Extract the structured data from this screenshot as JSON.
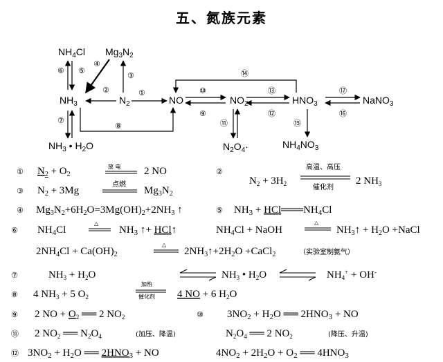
{
  "title": "五、氮族元素",
  "diagram": {
    "nodes": {
      "nh4cl": "NH4Cl",
      "mg3n2": "Mg3N2",
      "nh3": "NH3",
      "n2": "N2",
      "no": "NO",
      "no2": "NO2",
      "hno3": "HNO3",
      "nano3": "NaNO3",
      "n2o4": "N2O4",
      "nh4no3": "NH4NO3",
      "nh3h2o": "NH3 · H2O"
    },
    "arrow_numbers": [
      "①",
      "②",
      "③",
      "④",
      "⑤",
      "⑥",
      "⑦",
      "⑧",
      "⑨",
      "⑩",
      "⑪",
      "⑫",
      "⑬",
      "⑭",
      "⑮",
      "⑯",
      "⑰"
    ]
  },
  "reactions": {
    "r1": {
      "num": "①",
      "lhs": "N2 + O2",
      "cond": "放电",
      "rhs": "2 NO"
    },
    "r2": {
      "num": "②",
      "lhs": "N2 + 3H2",
      "cond_top": "高温、高压",
      "cond_bottom": "催化剂",
      "rhs": "2 NH3"
    },
    "r3": {
      "num": "③",
      "lhs": "N2 + 3Mg",
      "cond": "点燃",
      "rhs": "Mg3N2"
    },
    "r4": {
      "num": "④",
      "text": "Mg3N2+6H2O=3Mg(OH)2+2NH3 ↑"
    },
    "r5": {
      "num": "⑤",
      "lhs": "NH3 +",
      "hcl": "HCl",
      "rhs": "NH4Cl"
    },
    "r6a": {
      "num": "⑥",
      "lhs": "NH4Cl",
      "cond": "△",
      "rhs": "NH3 ↑+",
      "hcl": "HCl↑"
    },
    "r6b": {
      "lhs": "NH4Cl + NaOH",
      "cond": "△",
      "rhs": "NH3↑ + H2O +NaCl"
    },
    "r6c": {
      "lhs": "2NH4Cl + Ca(OH)2",
      "cond": "△",
      "rhs": "2NH3↑+2H2O +CaCl2",
      "note": "（实验室制氨气）"
    },
    "r7": {
      "num": "⑦",
      "a": "NH3 + H2O",
      "b": "NH3 · H2O",
      "c": "NH4+ + OH-"
    },
    "r8": {
      "num": "⑧",
      "lhs": "4 NH3 + 5 O2",
      "cond_top": "加热",
      "cond_bottom": "催化剂",
      "rhs": "4 NO + 6 H2O"
    },
    "r9": {
      "num": "⑨",
      "lhs": "2 NO + O2",
      "rhs": "2 NO2"
    },
    "r10": {
      "num": "⑩",
      "text": "3NO2 + H2O ══ 2HNO3 + NO"
    },
    "r11a": {
      "num": "⑪",
      "lhs": "2 NO2",
      "rhs": "N2O4",
      "note": "(加压、降温)"
    },
    "r11b": {
      "lhs": "N2O4",
      "rhs": "2 NO2",
      "note": "(降压、升温)"
    },
    "r12a": {
      "num": "⑫",
      "text": "3NO2 + H2O ══ 2HNO3 + NO"
    },
    "r12b": {
      "text": "4NO2 + 2H2O + O2 ══ 4HNO3"
    }
  }
}
